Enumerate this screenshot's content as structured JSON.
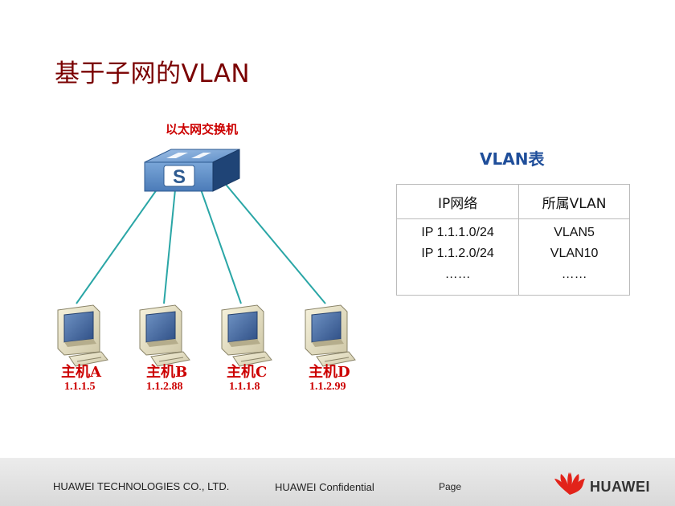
{
  "title": "基于子网的VLAN",
  "switch": {
    "label": "以太网交换机",
    "icon": "ethernet-switch-icon",
    "glyph": "S"
  },
  "vlan_table": {
    "title": "VLAN表",
    "headers": [
      "IP网络",
      "所属VLAN"
    ],
    "rows": [
      [
        "IP 1.1.1.0/24",
        "VLAN5"
      ],
      [
        "IP 1.1.2.0/24",
        "VLAN10"
      ],
      [
        "……",
        "……"
      ]
    ]
  },
  "hosts": [
    {
      "name": "主机A",
      "ip": "1.1.1.5"
    },
    {
      "name": "主机B",
      "ip": "1.1.2.88"
    },
    {
      "name": "主机C",
      "ip": "1.1.1.8"
    },
    {
      "name": "主机D",
      "ip": "1.1.2.99"
    }
  ],
  "footer": {
    "company": "HUAWEI TECHNOLOGIES CO., LTD.",
    "confidential": "HUAWEI Confidential",
    "page": "Page",
    "logo_text": "HUAWEI"
  },
  "colors": {
    "title": "#7a0000",
    "red_label": "#cc0000",
    "blue_title": "#1f4e9a",
    "link": "#2aa6a6",
    "switch_blue": "#3d6ea8",
    "logo_red": "#e2231a"
  }
}
